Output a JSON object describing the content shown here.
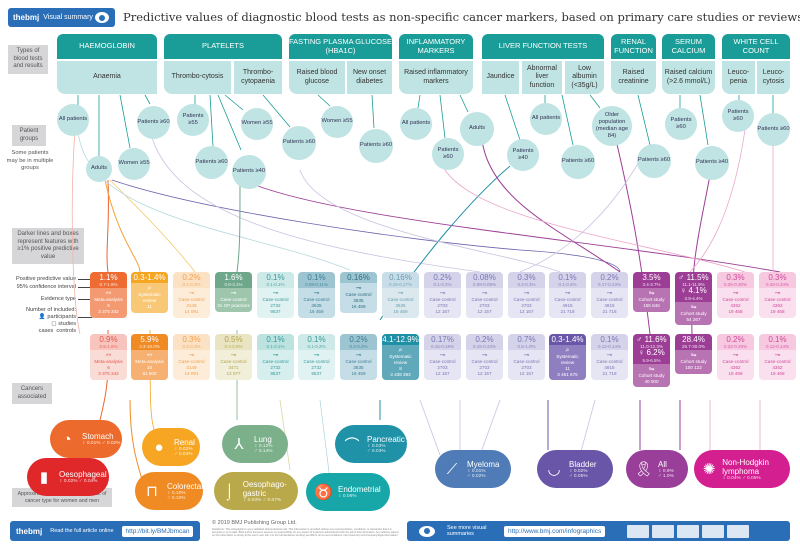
{
  "header": {
    "brand": "thebmj",
    "badge_label": "Visual summary",
    "title": "Predictive values of diagnostic blood tests as non-specific cancer markers, based on primary care studies or reviews"
  },
  "side_labels": {
    "types": "Types of blood tests and results",
    "patient_groups": "Patient groups",
    "patient_groups_note": "Some patients may be in multiple groups",
    "darker_note": "Darker lines and boxes represent features with ≥1% positive predictive value",
    "cancers_associated": "Cancers associated",
    "background_risk": "Approximate 1 year background risk of cancer type for women and men"
  },
  "legend": {
    "ppv": "Positive predictive value",
    "ci": "95% confidence interval",
    "evidence": "Evidence type",
    "included": "Number of included:",
    "participants": "participants",
    "studies": "studies",
    "cases": "cases",
    "controls": "controls"
  },
  "categories": [
    {
      "label": "HAEMOGLOBIN",
      "results": [
        "Anaemia"
      ]
    },
    {
      "label": "PLATELETS",
      "results": [
        "Thrombo-cytosis",
        "Thrombo-cytopaenia"
      ]
    },
    {
      "label": "FASTING PLASMA GLUCOSE (HBA1C)",
      "results": [
        "Raised blood glucose",
        "New onset diabetes"
      ]
    },
    {
      "label": "INFLAMMATORY MARKERS",
      "results": [
        "Raised inflammatory markers"
      ]
    },
    {
      "label": "LIVER FUNCTION TESTS",
      "results": [
        "Jaundice",
        "Abnormal liver function",
        "Low albumin (<35g/L)"
      ]
    },
    {
      "label": "RENAL FUNCTION",
      "results": [
        "Raised creatinine"
      ]
    },
    {
      "label": "SERUM CALCIUM",
      "results": [
        "Raised calcium (>2.6 mmol/L)"
      ]
    },
    {
      "label": "WHITE CELL COUNT",
      "results": [
        "Leuco-penia",
        "Leuco-cytosis"
      ]
    }
  ],
  "patient_groups": [
    "All patients",
    "Adults",
    "Women ≥55",
    "Patients ≥60",
    "Patients ≥55",
    "Patients ≥60",
    "Women ≥55",
    "Patients ≥40",
    "Patients ≥60",
    "Women ≥55",
    "Patients ≥60",
    "All patients",
    "Patients ≥60",
    "Adults",
    "Patients ≥40",
    "All patients",
    "Patients ≥60",
    "Older population (median age 84)",
    "Patients ≥60",
    "Patients ≥60",
    "Patients ≥40",
    "Patients ≥60",
    "Patients ≥60"
  ],
  "results_row1": [
    {
      "ppv": "1.1%",
      "ci": "0.7-1.8%",
      "evidence": "Meta-analysis",
      "studies": "6",
      "participants": "3 375 342"
    },
    {
      "ppv": "0.3-1.4%",
      "ci": "",
      "evidence": "Systematic review",
      "studies": "11",
      "participants": ""
    },
    {
      "ppv": "0.2%",
      "ci": "0.1-0.2%",
      "evidence": "Case-control",
      "cases": "3149",
      "controls": "14 091"
    },
    {
      "ppv": "1.6%",
      "ci": "0.8-3.1%",
      "evidence": "Case-control",
      "practices": "31 GP practices"
    },
    {
      "ppv": "0.1%",
      "ci": "0.1-0.1%",
      "evidence": "Case-control",
      "cases": "2732",
      "controls": "9537"
    },
    {
      "ppv": "0.1%",
      "ci": "0.09-0.11%",
      "evidence": "Case-control",
      "cases": "3635",
      "controls": "16 459"
    },
    {
      "ppv": "0.16%",
      "ci": "",
      "evidence": "Case-control",
      "cases": "3635",
      "controls": "16 459"
    },
    {
      "ppv": "0.16%",
      "ci": "0.15-0.17%",
      "evidence": "Case-control",
      "cases": "3635",
      "controls": "16 459"
    },
    {
      "ppv": "0.2%",
      "ci": "0.1-0.2%",
      "evidence": "Case-control",
      "cases": "2703",
      "controls": "12 157"
    },
    {
      "ppv": "0.08%",
      "ci": "0.08-0.09%",
      "evidence": "Case-control",
      "cases": "2703",
      "controls": "12 157"
    },
    {
      "ppv": "0.3%",
      "ci": "0.2-0.3%",
      "evidence": "Case-control",
      "cases": "2703",
      "controls": "12 157"
    },
    {
      "ppv": "0.1%",
      "ci": "0.1-0.2%",
      "evidence": "Case-control",
      "cases": "4915",
      "controls": "21 718"
    },
    {
      "ppv": "0.2%",
      "ci": "0.17-0.23%",
      "evidence": "Case-control",
      "cases": "4915",
      "controls": "21 718"
    },
    {
      "ppv": "3.5%",
      "ci": "3.4-3.7%",
      "evidence": "Cohort study",
      "participants": "155 646"
    },
    {
      "ppv": "♂ 11.5%",
      "ci": "11.1-11.9%",
      "ppv2": "♀ 4.1%",
      "ci2": "3.9-4.4%",
      "evidence": "Cohort study",
      "participants": "54 267"
    },
    {
      "ppv": "0.3%",
      "ci": "0.25-0.30%",
      "evidence": "Case-control",
      "cases": "4362",
      "controls": "19 468"
    },
    {
      "ppv": "0.3%",
      "ci": "0.26-0.34%",
      "evidence": "Case-control",
      "cases": "4362",
      "controls": "19 468"
    }
  ],
  "results_row2": [
    {
      "ppv": "0.9%",
      "ci": "0.5-1.6%",
      "evidence": "Meta-analysis",
      "studies": "6",
      "participants": "3 375 342"
    },
    {
      "ppv": "5.9%",
      "ci": "3.3-10.0%",
      "evidence": "Meta-analysis",
      "studies": "10",
      "participants": "81 500"
    },
    {
      "ppv": "0.3%",
      "ci": "0.2-0.3%",
      "evidence": "Case-control",
      "cases": "3149",
      "controls": "14 091"
    },
    {
      "ppv": "0.5%",
      "ci": "0.4-0.5%",
      "evidence": "Case-control",
      "cases": "3471",
      "controls": "13 077"
    },
    {
      "ppv": "0.1%",
      "ci": "0.1-0.1%",
      "evidence": "Case-control",
      "cases": "2732",
      "controls": "9537"
    },
    {
      "ppv": "0.1%",
      "ci": "0.1-0.2%",
      "evidence": "Case-control",
      "cases": "2732",
      "controls": "9537"
    },
    {
      "ppv": "0.2%",
      "ci": "0.2-0.2%",
      "evidence": "Case-control",
      "cases": "3635",
      "controls": "16 459"
    },
    {
      "ppv": "4.1-12.9%",
      "ci": "",
      "evidence": "Systematic review",
      "studies": "8",
      "participants": "3 438 363"
    },
    {
      "ppv": "0.17%",
      "ci": "0.16-0.19%",
      "evidence": "Case-control",
      "cases": "2703",
      "controls": "12 157"
    },
    {
      "ppv": "0.2%",
      "ci": "0.18-0.23%",
      "evidence": "Case-control",
      "cases": "2703",
      "controls": "12 157"
    },
    {
      "ppv": "0.7%",
      "ci": "0.5-1.0%",
      "evidence": "Case-control",
      "cases": "2703",
      "controls": "12 157"
    },
    {
      "ppv": "0.3-1.4%",
      "ci": "",
      "evidence": "Systematic review",
      "studies": "11",
      "participants": "3 451 675"
    },
    {
      "ppv": "0.1%",
      "ci": "0.12-0.14%",
      "evidence": "Case-control",
      "cases": "4915",
      "controls": "21 718"
    },
    {
      "ppv": "♂ 11.6%",
      "ci": "11.0-12.3%",
      "ppv2": "♀ 6.2%",
      "ci2": "5.9-6.5%",
      "evidence": "Cohort study",
      "participants": "40 000"
    },
    {
      "ppv": "28.4%",
      "ci": "26.7-30.0%",
      "evidence": "Cohort study",
      "participants": "100 122"
    },
    {
      "ppv": "0.2%",
      "ci": "0.22-0.25%",
      "evidence": "Case-control",
      "cases": "4362",
      "controls": "19 468"
    },
    {
      "ppv": "0.1%",
      "ci": "0.12-0.14%",
      "evidence": "Case-control",
      "cases": "4362",
      "controls": "19 468"
    }
  ],
  "cancers": [
    {
      "name": "Stomach",
      "women": "♀ 0.01%",
      "men": "♂ 0.02%",
      "color": "#ec6a2c"
    },
    {
      "name": "Oesophageal",
      "women": "♀ 0.02%",
      "men": "♂ 0.04%",
      "color": "#e0272a"
    },
    {
      "name": "Renal",
      "women": "♀ 0.02%",
      "men": "♂ 0.04%",
      "color": "#f6a623"
    },
    {
      "name": "Colorectal",
      "women": "♀ 0.10%",
      "men": "♂ 0.10%",
      "color": "#f08a23"
    },
    {
      "name": "Lung",
      "women": "♀ 0.12%",
      "men": "♂ 0.14%",
      "color": "#7bb08a"
    },
    {
      "name": "Oesophago-gastric",
      "women": "♀ 0.03%",
      "men": "♂ 0.07%",
      "color": "#b9a94a"
    },
    {
      "name": "Pancreatic",
      "women": "♀ 0.03%",
      "men": "♂ 0.03%",
      "color": "#1f92a8"
    },
    {
      "name": "Endometrial",
      "women": "♀ 0.06%",
      "men": "",
      "color": "#17a7a9"
    },
    {
      "name": "Myeloma",
      "women": "♀ 0.01%",
      "men": "♂ 0.02%",
      "color": "#4f7cb6"
    },
    {
      "name": "Bladder",
      "women": "♀ 0.02%",
      "men": "♂ 0.05%",
      "color": "#6a56a8"
    },
    {
      "name": "All",
      "women": "♀ 0.9%",
      "men": "♂ 1.0%",
      "color": "#9a3f99"
    },
    {
      "name": "Non-Hodgkin lymphoma",
      "women": "♀ 0.04%",
      "men": "♂ 0.05%",
      "color": "#d41f90"
    }
  ],
  "footer": {
    "brand": "thebmj",
    "read_text": "Read the full article online",
    "article_url": "http://bit.ly/BMJbmcan",
    "copyright": "© 2019 BMJ Publishing Group Ltd.",
    "disclaimer": "Disclaimer: This infographic is not a validated clinical decision aid. This information is provided without any representations, conditions, or warranties that it is accurate or up to date. BMJ and its licensors assume no responsibility for any aspect of treatment administered with the aid of this information. Any reliance placed on this information is strictly at the user's own risk. For the full disclaimer wording see BMJ's terms and conditions: http://www.bmj.com/company/legal-information/",
    "more_text": "See more visual summaries",
    "more_url": "http://www.bmj.com/infographics"
  }
}
